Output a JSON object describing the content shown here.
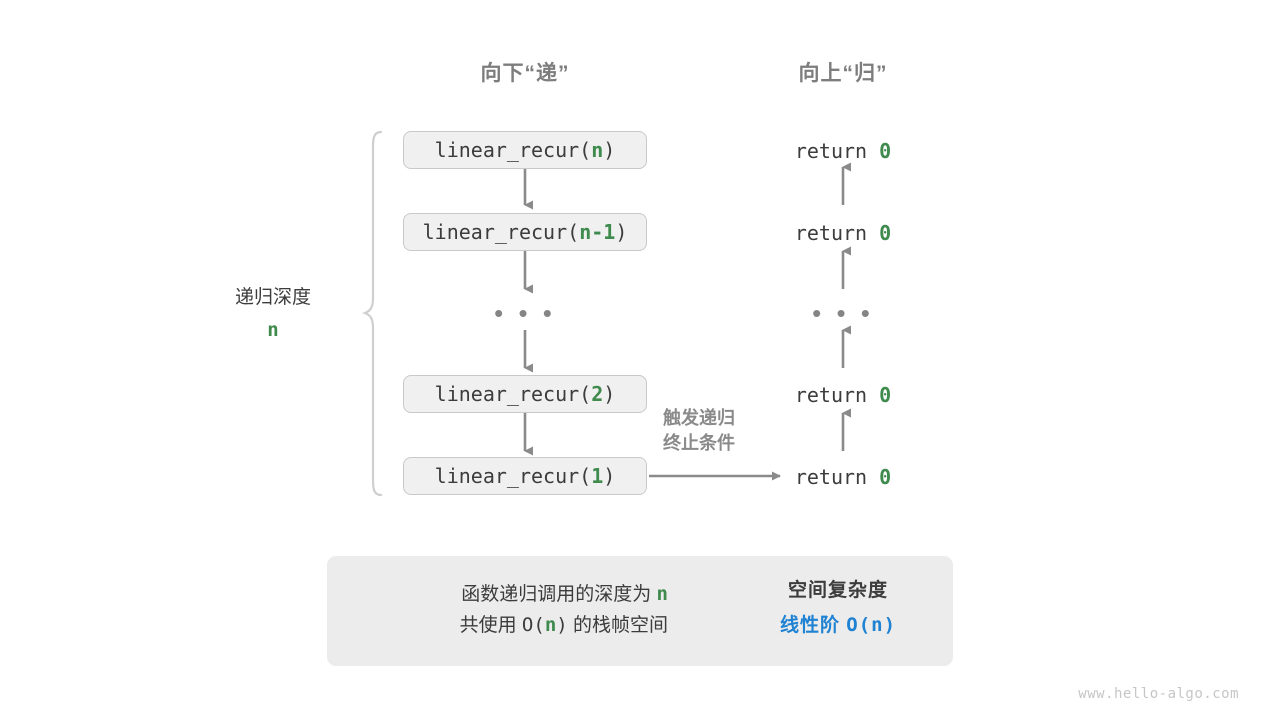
{
  "headers": {
    "down": "向下“递”",
    "up": "向上“归”"
  },
  "depth": {
    "label": "递归深度",
    "value": "n"
  },
  "calls": [
    {
      "prefix": "linear_recur(",
      "arg": "n",
      "suffix": ")"
    },
    {
      "prefix": "linear_recur(",
      "arg": "n-1",
      "suffix": ")"
    },
    {
      "prefix": "linear_recur(",
      "arg": "2",
      "suffix": ")"
    },
    {
      "prefix": "linear_recur(",
      "arg": "1",
      "suffix": ")"
    }
  ],
  "returns": [
    {
      "keyword": "return",
      "value": "0"
    },
    {
      "keyword": "return",
      "value": "0"
    },
    {
      "keyword": "return",
      "value": "0"
    },
    {
      "keyword": "return",
      "value": "0"
    }
  ],
  "ellipsis": "• • •",
  "trigger_note": {
    "line1": "触发递归",
    "line2": "终止条件"
  },
  "summary": {
    "left_line1_a": "函数递归调用的深度为 ",
    "left_line1_n": "n",
    "left_line2_a": "共使用 ",
    "left_line2_o": "O(",
    "left_line2_n": "n",
    "left_line2_c": ")",
    "left_line2_b": " 的栈帧空间",
    "title": "空间复杂度",
    "complexity_label": "线性阶 ",
    "complexity_value": "O(n)"
  },
  "watermark": "www.hello-algo.com",
  "colors": {
    "accent_green": "#3f8a4d",
    "accent_blue": "#1f82d2",
    "arrow_gray": "#8a8a8a",
    "box_fill": "#f0f0f0",
    "box_border": "#c9c9c9",
    "panel_fill": "#ececec",
    "header_gray": "#7d7d7d",
    "brace_gray": "#cfcfcf",
    "block_arrow_gray": "#c8c8c8"
  }
}
